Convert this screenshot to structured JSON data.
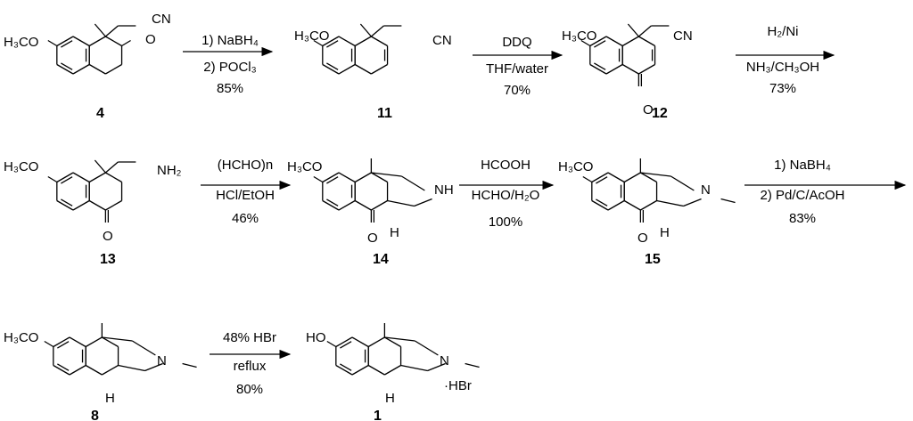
{
  "compounds": {
    "c4": {
      "label": "4",
      "substituents": [
        "H₃CO",
        "CN",
        "O"
      ]
    },
    "c11": {
      "label": "11",
      "substituents": [
        "H₃CO",
        "CN"
      ]
    },
    "c12": {
      "label": "12",
      "substituents": [
        "H₃CO",
        "CN",
        "O"
      ]
    },
    "c13": {
      "label": "13",
      "substituents": [
        "H₃CO",
        "NH₂",
        "O"
      ]
    },
    "c14": {
      "label": "14",
      "substituents": [
        "H₃CO",
        "NH",
        "O",
        "H"
      ]
    },
    "c15": {
      "label": "15",
      "substituents": [
        "H₃CO",
        "N",
        "O",
        "H"
      ]
    },
    "c8": {
      "label": "8",
      "substituents": [
        "H₃CO",
        "N",
        "H"
      ]
    },
    "c1": {
      "label": "1",
      "substituents": [
        "HO",
        "N",
        "H",
        "·HBr"
      ]
    }
  },
  "steps": [
    {
      "above": "1) NaBH₄",
      "below": [
        "2) POCl₃",
        "85%"
      ]
    },
    {
      "above": "DDQ",
      "below": [
        "THF/water",
        "70%"
      ]
    },
    {
      "above": "H₂/Ni",
      "below": [
        "NH₃/CH₃OH",
        "73%"
      ]
    },
    {
      "above": "(HCHO)n",
      "below": [
        "HCl/EtOH",
        "46%"
      ]
    },
    {
      "above": "HCOOH",
      "below": [
        "HCHO/H₂O",
        "100%"
      ]
    },
    {
      "above": "1) NaBH₄",
      "below": [
        "2) Pd/C/AcOH",
        "83%"
      ]
    },
    {
      "above": "48% HBr",
      "below": [
        "reflux",
        "80%"
      ]
    }
  ]
}
